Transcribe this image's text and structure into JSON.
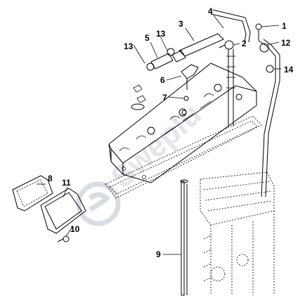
{
  "diagram": {
    "callouts": [
      {
        "id": "1",
        "label": "1"
      },
      {
        "id": "2",
        "label": "2"
      },
      {
        "id": "3",
        "label": "3"
      },
      {
        "id": "4",
        "label": "4"
      },
      {
        "id": "5",
        "label": "5"
      },
      {
        "id": "6",
        "label": "6"
      },
      {
        "id": "7",
        "label": "7"
      },
      {
        "id": "8",
        "label": "8"
      },
      {
        "id": "9",
        "label": "9"
      },
      {
        "id": "10",
        "label": "10"
      },
      {
        "id": "11",
        "label": "11"
      },
      {
        "id": "12",
        "label": "12"
      },
      {
        "id": "13a",
        "label": "13"
      },
      {
        "id": "13b",
        "label": "13"
      },
      {
        "id": "14",
        "label": "14"
      }
    ],
    "watermark": {
      "text": "Sweplu",
      "color": "#d8dde3"
    }
  }
}
